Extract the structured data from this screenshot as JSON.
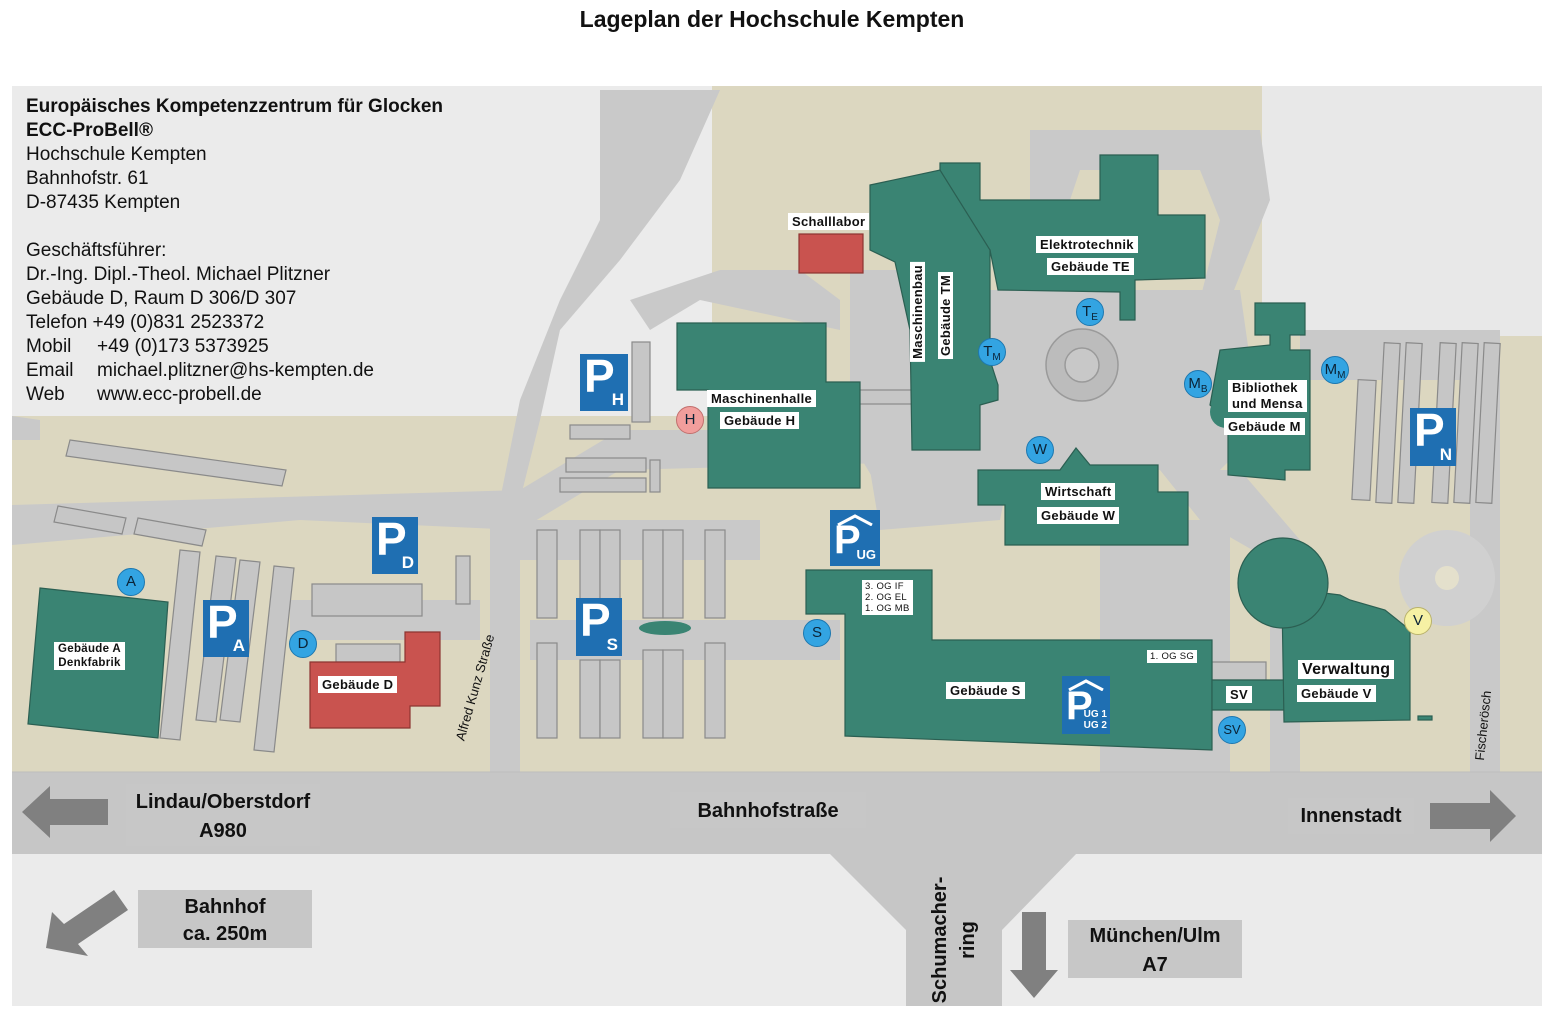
{
  "title": "Lageplan der Hochschule Kempten",
  "contact": {
    "org_line1": "Europäisches Kompetenzzentrum für Glocken",
    "org_line2": "ECC-ProBell®",
    "school": "Hochschule Kempten",
    "street": "Bahnhofstr. 61",
    "city": "D-87435 Kempten",
    "manager_label": "Geschäftsführer:",
    "manager_name": "Dr.-Ing. Dipl.-Theol. Michael Plitzner",
    "room": "Gebäude D, Raum D 306/D 307",
    "phone": "Telefon +49 (0)831 2523372",
    "mobile_label": "Mobil",
    "mobile_value": "+49 (0)173 5373925",
    "email_label": "Email",
    "email_value": "michael.plitzner@hs-kempten.de",
    "web_label": "Web",
    "web_value": "www.ecc-probell.de"
  },
  "buildings": {
    "schalllabor": "Schalllabor",
    "te_name": "Elektrotechnik",
    "te_code": "Gebäude TE",
    "tm_name": "Maschinenbau",
    "tm_code": "Gebäude TM",
    "h_name": "Maschinenhalle",
    "h_code": "Gebäude H",
    "w_name": "Wirtschaft",
    "w_code": "Gebäude W",
    "m_name1": "Bibliothek",
    "m_name2": "und Mensa",
    "m_code": "Gebäude M",
    "a_name1": "Gebäude A",
    "a_name2": "Denkfabrik",
    "d_code": "Gebäude D",
    "s_code": "Gebäude S",
    "s_floors1": "3. OG IF",
    "s_floors2": "2. OG EL",
    "s_floors3": "1. OG MB",
    "s_floor_sg": "1. OG SG",
    "v_name": "Verwaltung",
    "v_code": "Gebäude V",
    "sv": "SV"
  },
  "parking": {
    "h": "H",
    "d": "D",
    "a": "A",
    "s": "S",
    "n": "N",
    "ug": "UG",
    "ug12_1": "UG 1",
    "ug12_2": "UG 2",
    "letter": "P"
  },
  "markers": {
    "te": "T",
    "te_sub": "E",
    "tm": "T",
    "tm_sub": "M",
    "mb": "M",
    "mb_sub": "B",
    "mm": "M",
    "mm_sub": "M",
    "w": "W",
    "h": "H",
    "a": "A",
    "d": "D",
    "s": "S",
    "sv": "SV",
    "v": "V"
  },
  "roads": {
    "alfred": "Alfred Kunz Straße",
    "fischeroesch": "Fischerösch",
    "bahnhofstrasse": "Bahnhofstraße",
    "lindau1": "Lindau/Oberstdorf",
    "lindau2": "A980",
    "innenstadt": "Innenstadt",
    "bahnhof1": "Bahnhof",
    "bahnhof2": "ca. 250m",
    "schumacher1": "Schumacher-",
    "schumacher2": "ring",
    "muenchen1": "München/Ulm",
    "muenchen2": "A7"
  },
  "colors": {
    "building": "#3a8473",
    "red_building": "#c9534f",
    "parking": "#1f6fb2",
    "marker": "#33a4e2",
    "road": "#c8c8c8",
    "campus": "#dcd7c0"
  }
}
